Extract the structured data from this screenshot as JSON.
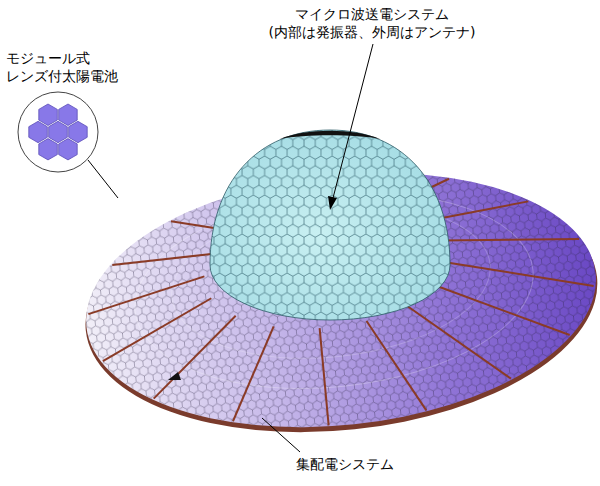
{
  "diagram": {
    "labels": [
      "マイクロ波送電システム (内部は発振器、外周はアンテナ)",
      "モジュール式 レンズ付太陽電池",
      "集配電システム"
    ]
  }
}
